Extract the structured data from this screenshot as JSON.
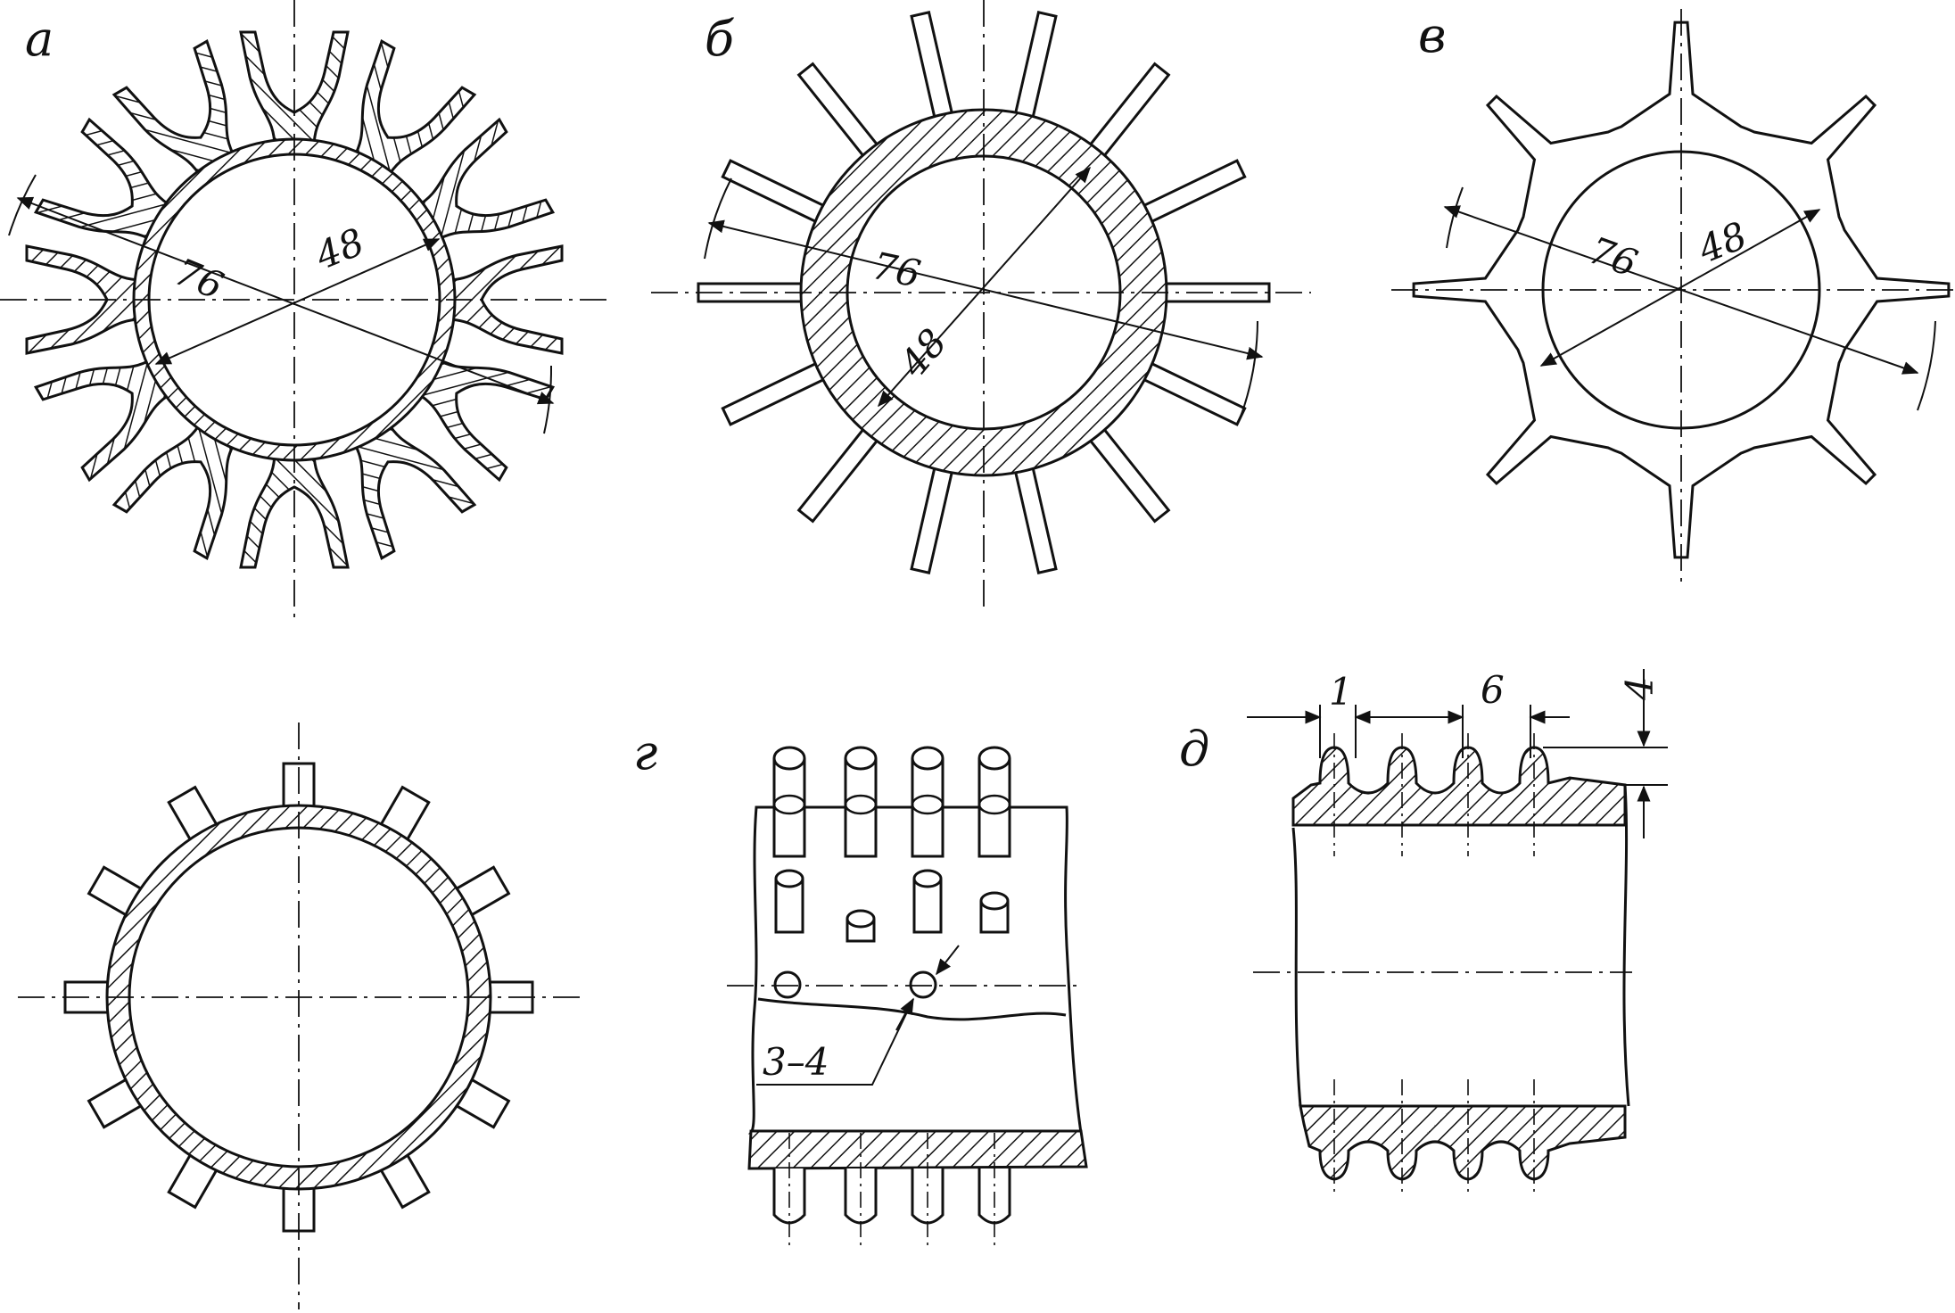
{
  "labels": {
    "a": "а",
    "b": "б",
    "v": "в",
    "g": "г",
    "d": "д"
  },
  "dims": {
    "a_outer": "76",
    "a_inner": "48",
    "b_outer": "76",
    "b_inner": "48",
    "v_outer": "76",
    "v_inner": "48",
    "g_dia": "3–4",
    "d_width": "1",
    "d_pitch": "6",
    "d_height": "4"
  }
}
